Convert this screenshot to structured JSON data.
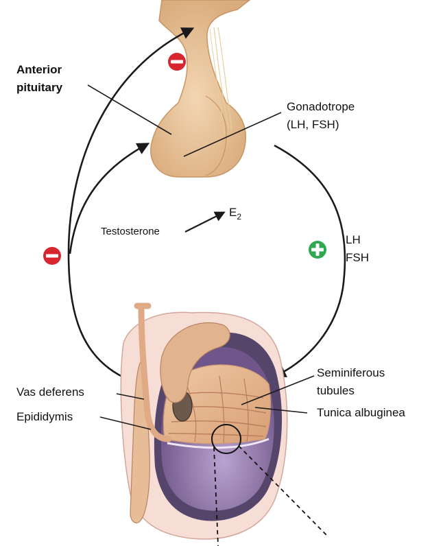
{
  "labels": {
    "anterior_pituitary_line1": "Anterior",
    "anterior_pituitary_line2": "pituitary",
    "gonadotrope_line1": "Gonadotrope",
    "gonadotrope_line2": "(LH, FSH)",
    "testosterone": "Testosterone",
    "e2_main": "E",
    "e2_sub": "2",
    "lh": "LH",
    "fsh": "FSH",
    "seminiferous_line1": "Seminiferous",
    "seminiferous_line2": "tubules",
    "tunica_albuginea": "Tunica albuginea",
    "vas_deferens": "Vas deferens",
    "epididymis": "Epididymis"
  },
  "signs": {
    "negative_top": "−",
    "negative_left": "−",
    "positive_right": "+"
  },
  "colors": {
    "negative": "#d7262e",
    "positive": "#2fa84f",
    "pituitary": "#e8c49c",
    "testis_purple": "#8f74a8",
    "tubules": "#e3b691"
  }
}
